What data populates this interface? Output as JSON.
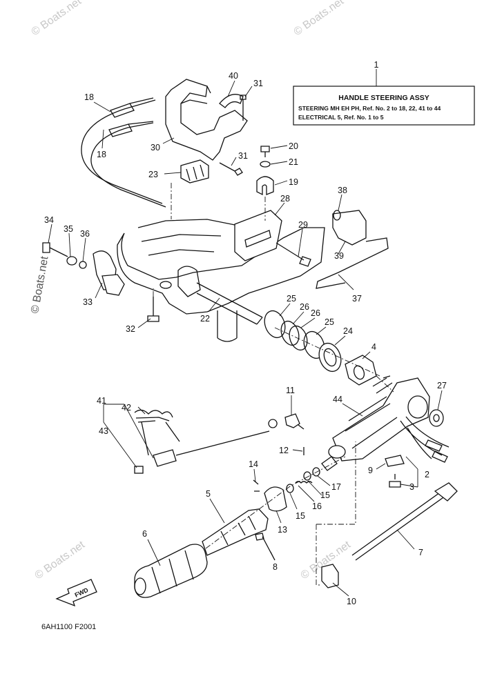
{
  "watermark": "© Boats.net",
  "info_box": {
    "title": "HANDLE STEERING ASSY",
    "line1": "STEERING MH EH PH,  Ref. No. 2 to 18, 22, 41 to 44",
    "line2": "ELECTRICAL 5,  Ref. No. 1 to 5"
  },
  "fwd_label": "FWD",
  "diagram_code": "6AH1100 F2001",
  "callouts": {
    "c1": "1",
    "c2": "2",
    "c3": "3",
    "c4": "4",
    "c5": "5",
    "c6": "6",
    "c7": "7",
    "c8": "8",
    "c9": "9",
    "c10": "10",
    "c11": "11",
    "c12": "12",
    "c13": "13",
    "c14": "14",
    "c15a": "15",
    "c15b": "15",
    "c16": "16",
    "c17": "17",
    "c18a": "18",
    "c18b": "18",
    "c19": "19",
    "c20": "20",
    "c21": "21",
    "c22": "22",
    "c23": "23",
    "c24": "24",
    "c25a": "25",
    "c25b": "25",
    "c26a": "26",
    "c26b": "26",
    "c27": "27",
    "c28": "28",
    "c29": "29",
    "c30": "30",
    "c31a": "31",
    "c31b": "31",
    "c32": "32",
    "c33": "33",
    "c34": "34",
    "c35": "35",
    "c36": "36",
    "c37": "37",
    "c38": "38",
    "c39": "39",
    "c40": "40",
    "c41": "41",
    "c42": "42",
    "c43": "43",
    "c44": "44"
  }
}
